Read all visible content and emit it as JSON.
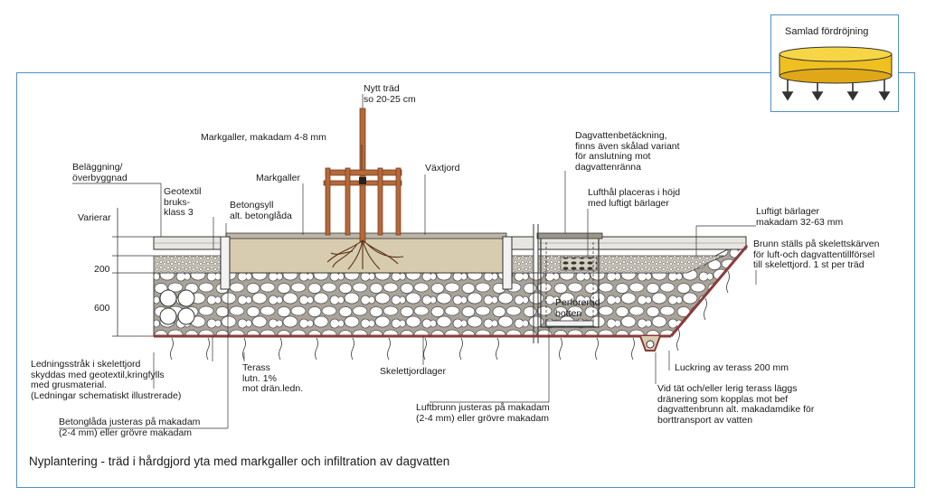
{
  "legend": {
    "title": "Samlad fördröjning",
    "fill_color": "#f0c020"
  },
  "caption": "Nyplantering - träd i hårdgjord yta med markgaller och infiltration av dagvatten",
  "labels": {
    "tree": "Nytt träd\nso 20-25 cm",
    "grate_macadam": "Markgaller, makadam 4-8 mm",
    "pavement": "Beläggning/\növerbyggnad",
    "geotextile": "Geotextil\nbruks-\nklass 3",
    "concrete_sill": "Betongsyll\nalt. betonglåda",
    "grate": "Markgaller",
    "growth_soil": "Växtjord",
    "storm_cover": "Dagvattenbetäckning,\nfinns även skålad variant\nför anslutning mot\ndagvattenränna",
    "air_hole": "Lufthål placeras i höjd\nmed luftigt bärlager",
    "air_layer": "Luftigt bärlager\nmakadam 32-63 mm",
    "well_note": "Brunn ställs på skelettskärven\nför luft-och dagvattentillförsel\ntill skelettjord. 1 st per träd",
    "perforated": "Perforerad\nbotten",
    "varies": "Varierar",
    "dim_200": "200",
    "dim_600": "600",
    "cable_route": "Ledningsstråk i skelettjord\nskyddas med geotextil,kringfylls\nmed grusmaterial.\n(Ledningar schematiskt illustrerade)",
    "terrace": "Terass\nlutn. 1%\nmot drän.ledn.",
    "skeleton_layer": "Skelettjordlager",
    "loosening": "Luckring av terass 200 mm",
    "drainage": "Vid tät och/eller lerig terass läggs\ndränering som kopplas mot bef\ndagvattenbrunn alt. makadamdike för\nborttransport av vatten",
    "air_well": "Luftbrunn justeras på makadam\n(2-4 mm) eller grövre makadam",
    "concrete_box": "Betonglåda justeras på makadam\n(2-4 mm) eller grövre makadam"
  },
  "colors": {
    "frame": "#4f90c8",
    "soil": "#d8ccb0",
    "stake": "#b5693a",
    "terrace_line": "#8a3a3a",
    "gravel": "#bfb9ad",
    "stone_bg": "#a9a399"
  }
}
